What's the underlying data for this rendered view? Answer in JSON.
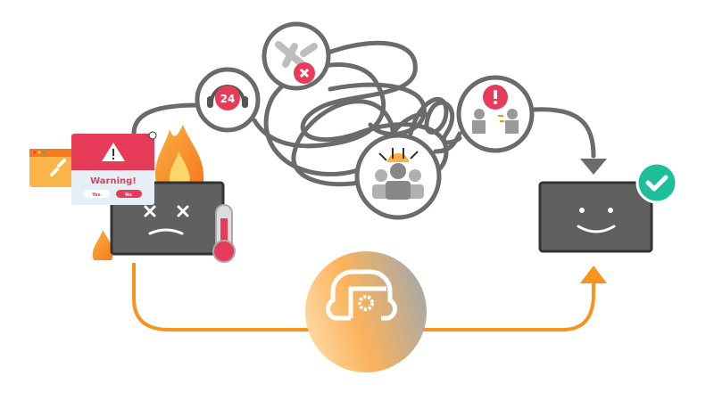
{
  "support_badge": {
    "text": "24"
  },
  "warning_dialog": {
    "title": "Warning!",
    "yes_label": "Yes",
    "no_label": "No"
  },
  "colors": {
    "path_gray": "#6b6b6b",
    "monitor": "#606060",
    "alert_red": "#e63c5a",
    "orange": "#f7941d",
    "success": "#1dbf9a"
  }
}
